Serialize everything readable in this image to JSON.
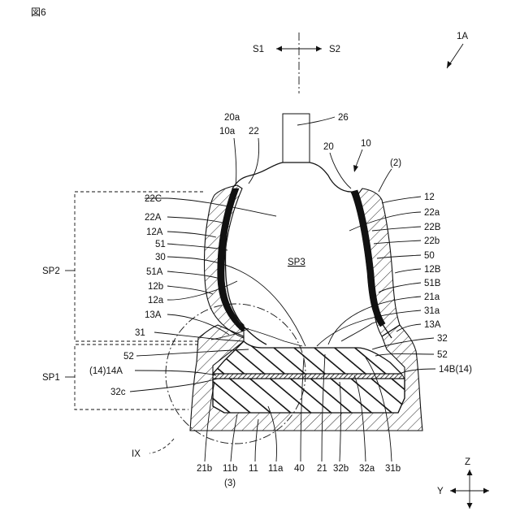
{
  "figure_label": "図6",
  "direction": {
    "left": "S1",
    "right": "S2"
  },
  "axes": {
    "z": "Z",
    "y": "Y"
  },
  "callouts": [
    {
      "id": "c_1A",
      "text": "1A"
    },
    {
      "id": "c_26",
      "text": "26"
    },
    {
      "id": "c_2p",
      "text": "(2)"
    },
    {
      "id": "c_20a",
      "text": "20a"
    },
    {
      "id": "c_10a",
      "text": "10a"
    },
    {
      "id": "c_22",
      "text": "22"
    },
    {
      "id": "c_20",
      "text": "20"
    },
    {
      "id": "c_10",
      "text": "10"
    },
    {
      "id": "c_22C",
      "text": "22C"
    },
    {
      "id": "c_22A",
      "text": "22A"
    },
    {
      "id": "c_12A",
      "text": "12A"
    },
    {
      "id": "c_51",
      "text": "51"
    },
    {
      "id": "c_30",
      "text": "30"
    },
    {
      "id": "c_51A",
      "text": "51A"
    },
    {
      "id": "c_12b",
      "text": "12b"
    },
    {
      "id": "c_12a",
      "text": "12a"
    },
    {
      "id": "c_13A_l",
      "text": "13A"
    },
    {
      "id": "c_31",
      "text": "31"
    },
    {
      "id": "c_52_l",
      "text": "52"
    },
    {
      "id": "c_14A",
      "text": "(14)14A"
    },
    {
      "id": "c_32c",
      "text": "32c"
    },
    {
      "id": "c_12",
      "text": "12"
    },
    {
      "id": "c_22a",
      "text": "22a"
    },
    {
      "id": "c_22B",
      "text": "22B"
    },
    {
      "id": "c_22b",
      "text": "22b"
    },
    {
      "id": "c_50",
      "text": "50"
    },
    {
      "id": "c_12B",
      "text": "12B"
    },
    {
      "id": "c_51B",
      "text": "51B"
    },
    {
      "id": "c_21a",
      "text": "21a"
    },
    {
      "id": "c_31a",
      "text": "31a"
    },
    {
      "id": "c_13A_r",
      "text": "13A"
    },
    {
      "id": "c_32",
      "text": "32"
    },
    {
      "id": "c_52_r",
      "text": "52"
    },
    {
      "id": "c_14B",
      "text": "14B(14)"
    },
    {
      "id": "c_SP2",
      "text": "SP2"
    },
    {
      "id": "c_SP1",
      "text": "SP1"
    },
    {
      "id": "c_SP3",
      "text": "SP3"
    },
    {
      "id": "c_IX",
      "text": "IX"
    },
    {
      "id": "c_21b",
      "text": "21b"
    },
    {
      "id": "c_11b",
      "text": "11b"
    },
    {
      "id": "c_11",
      "text": "11"
    },
    {
      "id": "c_11a",
      "text": "11a"
    },
    {
      "id": "c_40",
      "text": "40"
    },
    {
      "id": "c_21",
      "text": "21"
    },
    {
      "id": "c_32b",
      "text": "32b"
    },
    {
      "id": "c_32a",
      "text": "32a"
    },
    {
      "id": "c_31b",
      "text": "31b"
    },
    {
      "id": "c_3p",
      "text": "(3)"
    }
  ]
}
